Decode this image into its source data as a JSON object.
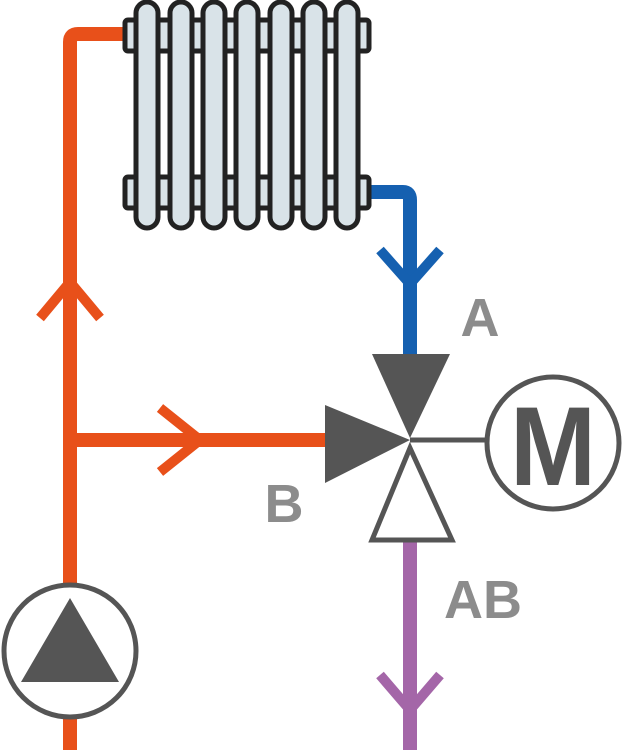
{
  "labels": {
    "a": "A",
    "b": "B",
    "ab": "AB",
    "motor": "M"
  },
  "colors": {
    "supply": "#e8501a",
    "return": "#1560b0",
    "mixed": "#a466a8",
    "symbol": "#555555",
    "radiator_fill": "#d9e3e8",
    "radiator_stroke": "#222222",
    "label": "#8c8c8c"
  }
}
